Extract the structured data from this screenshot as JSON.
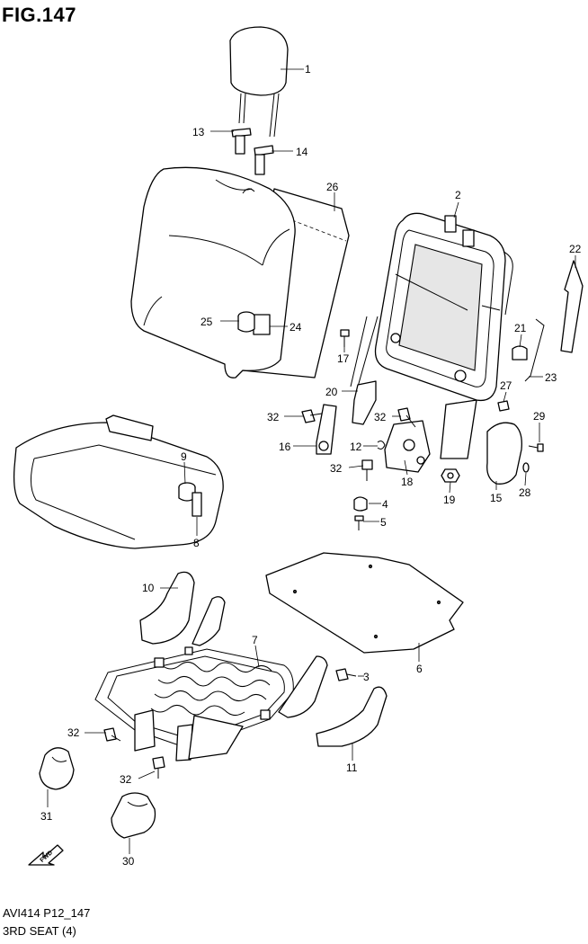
{
  "figure": {
    "title": "FIG.147",
    "code": "AVI414 P12_147",
    "caption": "3RD SEAT (4)"
  },
  "fwd_label": "FWD",
  "callouts": [
    {
      "id": "c1",
      "text": "1"
    },
    {
      "id": "c2",
      "text": "2"
    },
    {
      "id": "c3",
      "text": "3"
    },
    {
      "id": "c4",
      "text": "4"
    },
    {
      "id": "c5",
      "text": "5"
    },
    {
      "id": "c6",
      "text": "6"
    },
    {
      "id": "c7",
      "text": "7"
    },
    {
      "id": "c8",
      "text": "8"
    },
    {
      "id": "c9",
      "text": "9"
    },
    {
      "id": "c10",
      "text": "10"
    },
    {
      "id": "c11",
      "text": "11"
    },
    {
      "id": "c12",
      "text": "12"
    },
    {
      "id": "c13",
      "text": "13"
    },
    {
      "id": "c14",
      "text": "14"
    },
    {
      "id": "c15",
      "text": "15"
    },
    {
      "id": "c16",
      "text": "16"
    },
    {
      "id": "c17",
      "text": "17"
    },
    {
      "id": "c18",
      "text": "18"
    },
    {
      "id": "c19",
      "text": "19"
    },
    {
      "id": "c20",
      "text": "20"
    },
    {
      "id": "c21",
      "text": "21"
    },
    {
      "id": "c22",
      "text": "22"
    },
    {
      "id": "c23",
      "text": "23"
    },
    {
      "id": "c24",
      "text": "24"
    },
    {
      "id": "c25",
      "text": "25"
    },
    {
      "id": "c26",
      "text": "26"
    },
    {
      "id": "c27",
      "text": "27"
    },
    {
      "id": "c28",
      "text": "28"
    },
    {
      "id": "c29",
      "text": "29"
    },
    {
      "id": "c30",
      "text": "30"
    },
    {
      "id": "c31",
      "text": "31"
    },
    {
      "id": "c32a",
      "text": "32"
    },
    {
      "id": "c32b",
      "text": "32"
    },
    {
      "id": "c32c",
      "text": "32"
    },
    {
      "id": "c32d",
      "text": "32"
    },
    {
      "id": "c32e",
      "text": "32"
    }
  ]
}
